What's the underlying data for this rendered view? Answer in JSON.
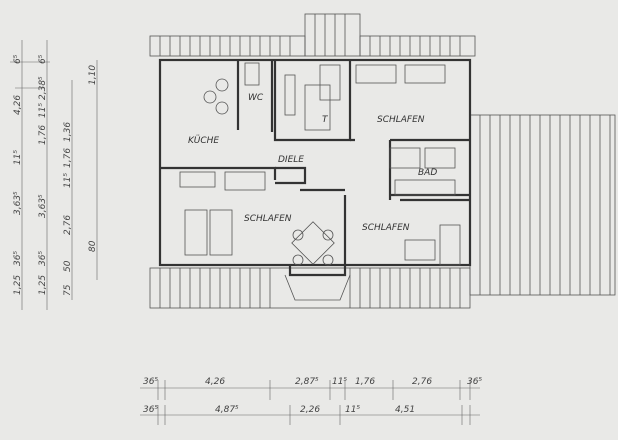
{
  "rooms": {
    "kitchen": "KÜCHE",
    "wc": "WC",
    "hall": "DIELE",
    "bedroom_top": "SCHLAFEN",
    "bath": "BAD",
    "bedroom_left": "SCHLAFEN",
    "bedroom_right": "SCHLAFEN",
    "stair_mark": "T"
  },
  "dimensions": {
    "bottom_row1": [
      "36⁵",
      "4,26",
      "2,87⁵",
      "11⁵",
      "1,76",
      "2,76",
      "36⁵"
    ],
    "bottom_row2": [
      "36⁵",
      "4,87⁵",
      "2,26",
      "11⁵",
      "4,51"
    ],
    "left_col1": [
      "6⁵",
      "4,26",
      "11⁵",
      "3,63⁵",
      "36⁵",
      "1,25"
    ],
    "left_col2": [
      "6⁵",
      "2,38⁵",
      "11⁵",
      "1,76",
      "3,63⁵",
      "36⁵",
      "1,25"
    ],
    "left_col3": [
      "1,36",
      "1,76",
      "11⁵",
      "2,76",
      "50",
      "75"
    ],
    "left_col4": [
      "1,10",
      "80"
    ]
  }
}
